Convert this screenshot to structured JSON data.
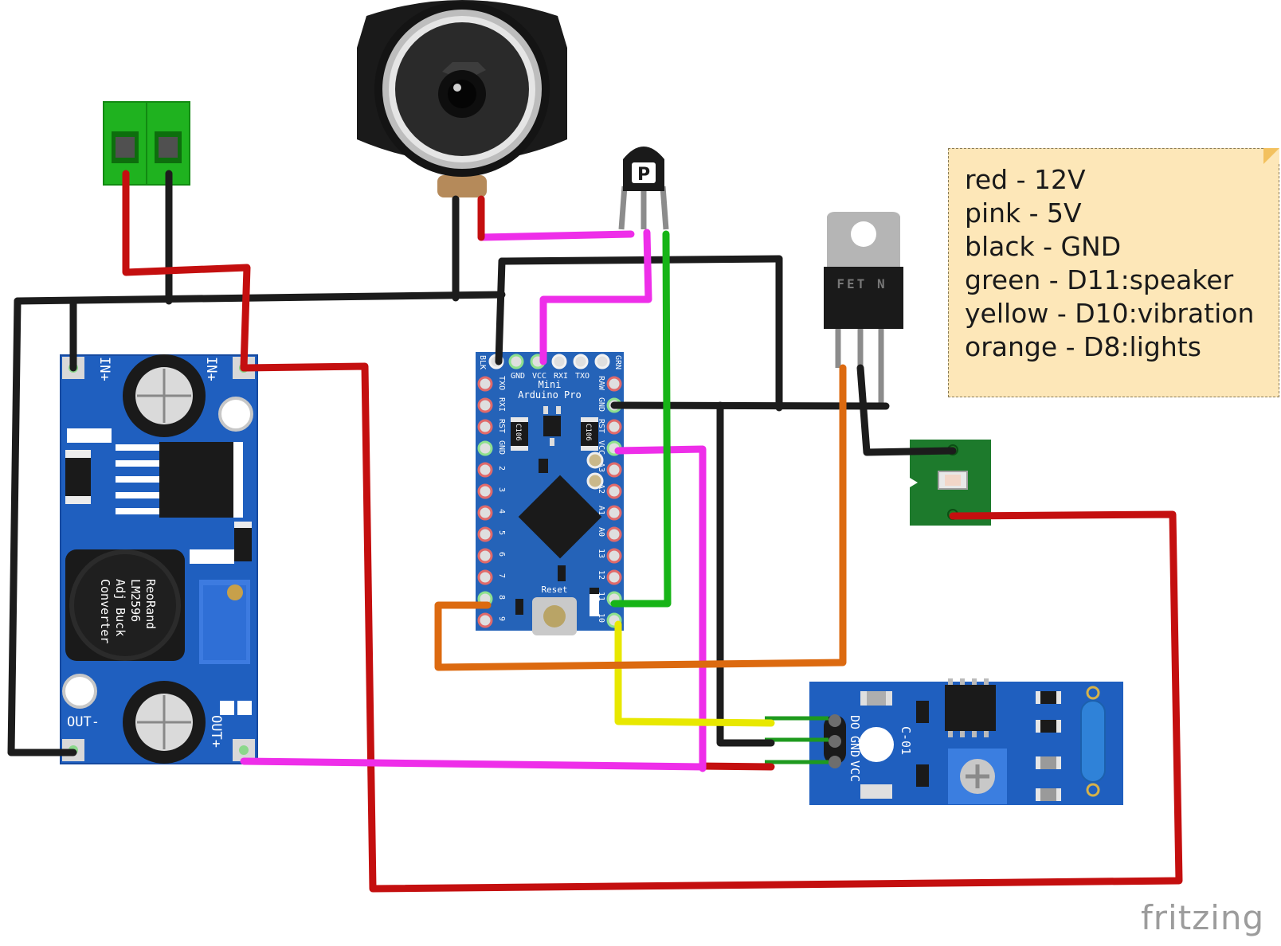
{
  "legend": {
    "lines": [
      "red - 12V",
      "pink - 5V",
      "black - GND",
      "green - D11:speaker",
      "yellow - D10:vibration",
      "orange - D8:lights"
    ]
  },
  "colors": {
    "wire_12v": "#c40f0f",
    "wire_5v": "#ee2ee9",
    "wire_gnd": "#1c1c1c",
    "wire_speaker": "#17b417",
    "wire_vibration": "#e8e800",
    "wire_lights": "#dc6a10",
    "board_blue": "#1f5fbf",
    "terminal_green": "#1fb21f"
  },
  "buck": {
    "pin_in_plus_left": "IN+",
    "pin_in_plus_right": "IN+",
    "pin_out_minus": "OUT-",
    "pin_out_plus": "OUT+",
    "label_lines": [
      "ReoRand",
      "LM2596",
      "Adj Buck",
      "Converter"
    ]
  },
  "arduino": {
    "title_1": "Mini",
    "title_2": "Arduino Pro",
    "top_pins": [
      "GND",
      "VCC",
      "RXI",
      "TXO"
    ],
    "corner_left": "BLK",
    "corner_right": "GRN",
    "left_pins": [
      "TXO",
      "RXI",
      "RST",
      "GND",
      "2",
      "3",
      "4",
      "5",
      "6",
      "7",
      "8",
      "9"
    ],
    "right_pins": [
      "RAW",
      "GND",
      "RST",
      "VCC",
      "A3",
      "A2",
      "A1",
      "A0",
      "13",
      "12",
      "11",
      "10"
    ],
    "cap_label": "C106",
    "reset_label": "Reset"
  },
  "transistor": {
    "marking": "P"
  },
  "mosfet": {
    "marking": "FET N"
  },
  "sensor": {
    "pin_do": "DO",
    "pin_gnd": "GND",
    "pin_vcc": "VCC",
    "chip_label": "C-01"
  },
  "watermark": "fritzing"
}
